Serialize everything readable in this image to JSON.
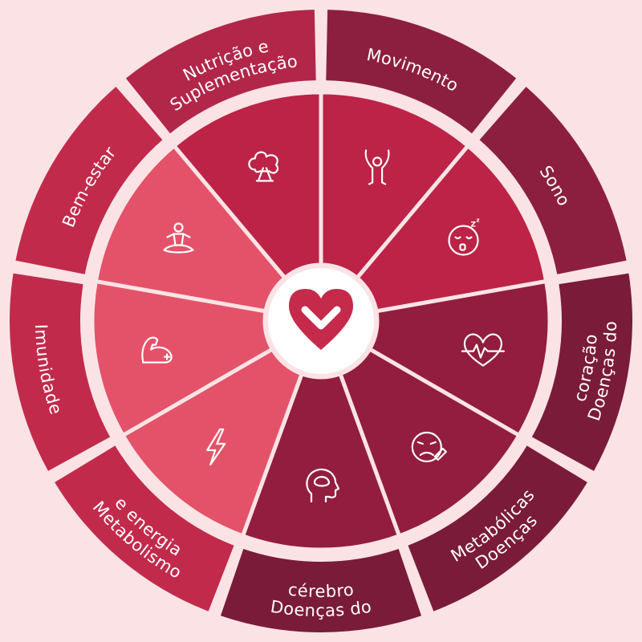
{
  "colors": {
    "background": "#fbe3e5",
    "crimson": "#bc2347",
    "pink": "#e45269",
    "maroon": "#921d3f",
    "ring_crimson": "#c22a4c",
    "ring_deep": "#b2264a",
    "ring_maroon": "#8c1f3f",
    "ring_dark": "#7a1b39",
    "center_disc": "#ffffff",
    "logo": "#c62a4b"
  },
  "segments": [
    {
      "id": "nutricao",
      "ring_label": [
        "Nutrição e",
        "Suplementação"
      ],
      "icon": "broccoli-icon",
      "tone": "crimson",
      "ring_tone": "ring_deep"
    },
    {
      "id": "movimento",
      "ring_label": [
        "Movimento"
      ],
      "icon": "raised-arms-icon",
      "tone": "crimson",
      "ring_tone": "ring_maroon"
    },
    {
      "id": "sono",
      "ring_label": [
        "Sono"
      ],
      "icon": "sleepy-face-icon",
      "tone": "crimson",
      "ring_tone": "ring_maroon"
    },
    {
      "id": "coracao",
      "ring_label": [
        "Doenças do",
        "coração"
      ],
      "icon": "heartbeat-icon",
      "tone": "maroon",
      "ring_tone": "ring_dark"
    },
    {
      "id": "metabolicas",
      "ring_label": [
        "Doenças",
        "Metabólicas"
      ],
      "icon": "sick-face-icon",
      "tone": "maroon",
      "ring_tone": "ring_dark"
    },
    {
      "id": "cerebro",
      "ring_label": [
        "Doenças do",
        "cérebro"
      ],
      "icon": "head-brain-icon",
      "tone": "maroon",
      "ring_tone": "ring_dark"
    },
    {
      "id": "metabolismo",
      "ring_label": [
        "Metabolismo",
        "e energia"
      ],
      "icon": "lightning-icon",
      "tone": "pink",
      "ring_tone": "ring_crimson"
    },
    {
      "id": "imunidade",
      "ring_label": [
        "Imunidade"
      ],
      "icon": "flexed-arm-icon",
      "tone": "pink",
      "ring_tone": "ring_crimson"
    },
    {
      "id": "bemestar",
      "ring_label": [
        "Bem-estar"
      ],
      "icon": "meditation-icon",
      "tone": "pink",
      "ring_tone": "ring_crimson"
    }
  ],
  "center": {
    "icon": "heart-check-logo-icon"
  }
}
